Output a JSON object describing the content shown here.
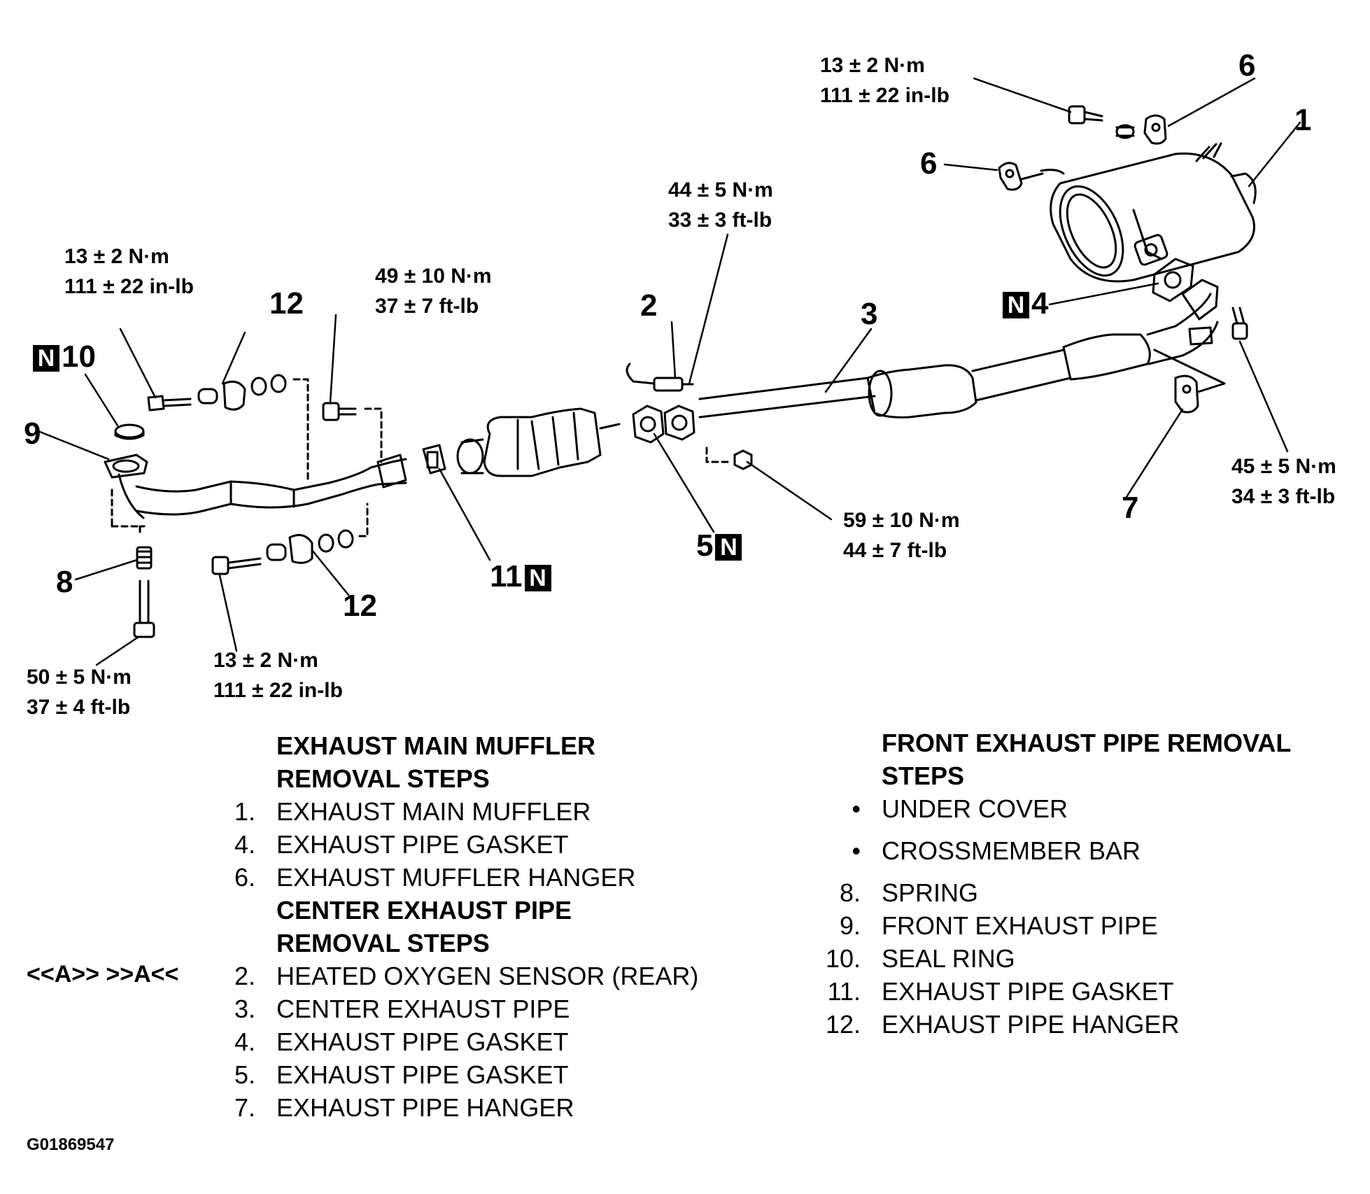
{
  "torques": {
    "t_muffler_bolt": [
      "13 ± 2 N·m",
      "111 ± 22 in-lb"
    ],
    "t_o2_sensor": [
      "44 ± 5 N·m",
      "33 ± 3 ft-lb"
    ],
    "t_hanger_top": [
      "13 ± 2 N·m",
      "111 ± 22 in-lb"
    ],
    "t_front_flange": [
      "49 ± 10 N·m",
      "37 ± 7 ft-lb"
    ],
    "t_right_bolt": [
      "45 ± 5 N·m",
      "34 ± 3 ft-lb"
    ],
    "t_center_nut": [
      "59 ± 10 N·m",
      "44 ± 7 ft-lb"
    ],
    "t_hanger_bottom": [
      "13 ± 2 N·m",
      "111 ± 22 in-lb"
    ],
    "t_spring_bolt": [
      "50 ± 5 N·m",
      "37 ± 4 ft-lb"
    ]
  },
  "callouts": {
    "c1": "1",
    "c2": "2",
    "c3": "3",
    "c4": "4",
    "c5": "5",
    "c6a": "6",
    "c6b": "6",
    "c7": "7",
    "c8": "8",
    "c9": "9",
    "c10": "10",
    "c11": "11",
    "c12a": "12",
    "c12b": "12",
    "nmark": "N"
  },
  "procedures": {
    "muffler": {
      "title_lines": [
        "EXHAUST MAIN MUFFLER",
        "REMOVAL STEPS"
      ],
      "steps": [
        {
          "num": "1.",
          "text": "EXHAUST MAIN MUFFLER"
        },
        {
          "num": "4.",
          "text": "EXHAUST PIPE GASKET"
        },
        {
          "num": "6.",
          "text": "EXHAUST MUFFLER HANGER"
        }
      ]
    },
    "center": {
      "title_lines": [
        "CENTER EXHAUST PIPE",
        "REMOVAL STEPS"
      ],
      "steps": [
        {
          "num": "2.",
          "text": "HEATED OXYGEN SENSOR (REAR)"
        },
        {
          "num": "3.",
          "text": "CENTER EXHAUST PIPE"
        },
        {
          "num": "4.",
          "text": "EXHAUST PIPE GASKET"
        },
        {
          "num": "5.",
          "text": "EXHAUST PIPE GASKET"
        },
        {
          "num": "7.",
          "text": "EXHAUST PIPE HANGER"
        }
      ],
      "ref_marks": "<<A>>   >>A<<"
    },
    "front": {
      "title_lines": [
        "FRONT EXHAUST PIPE REMOVAL",
        "STEPS"
      ],
      "bullets": [
        {
          "num": "•",
          "text": "UNDER COVER"
        },
        {
          "num": "•",
          "text": "CROSSMEMBER BAR"
        }
      ],
      "steps": [
        {
          "num": "8.",
          "text": "SPRING"
        },
        {
          "num": "9.",
          "text": "FRONT EXHAUST PIPE"
        },
        {
          "num": "10.",
          "text": "SEAL RING"
        },
        {
          "num": "11.",
          "text": "EXHAUST PIPE GASKET"
        },
        {
          "num": "12.",
          "text": "EXHAUST PIPE HANGER"
        }
      ]
    }
  },
  "figure_id": "G01869547"
}
